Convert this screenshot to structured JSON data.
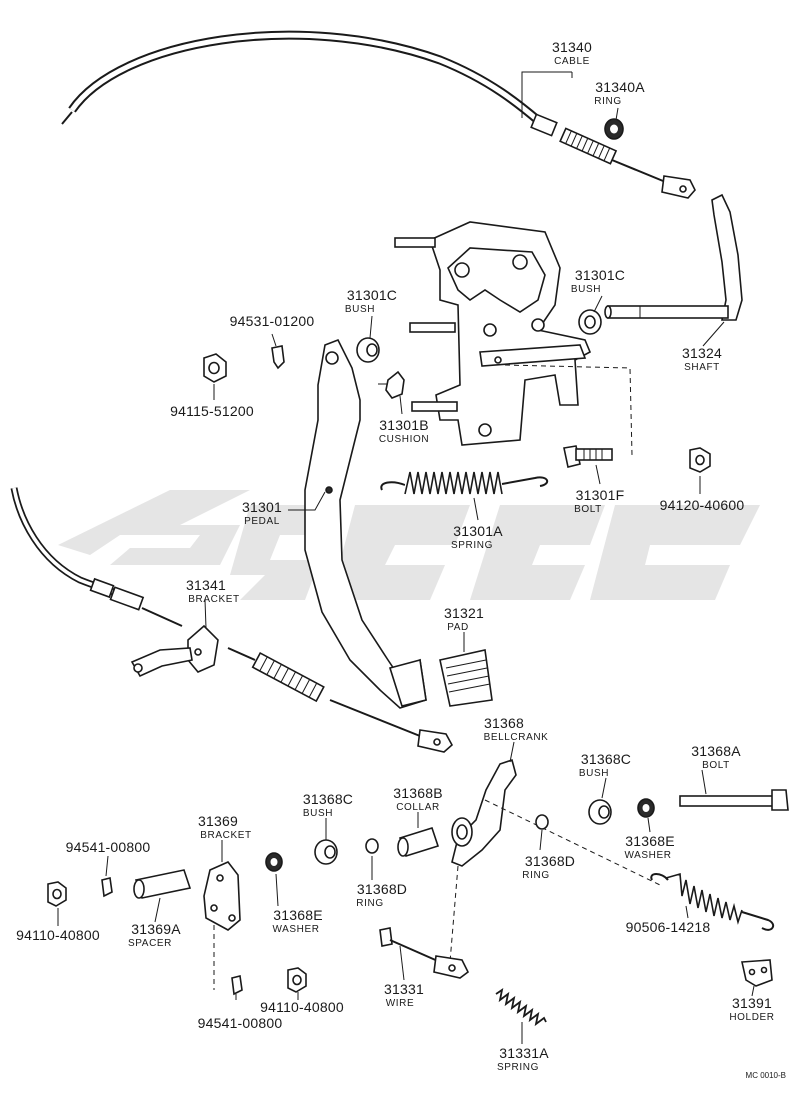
{
  "parts": [
    {
      "id": "cable",
      "number": "31340",
      "name": "CABLE"
    },
    {
      "id": "cable-ring",
      "number": "31340A",
      "name": "RING"
    },
    {
      "id": "bush-pedal",
      "number": "31301C",
      "name": "BUSH"
    },
    {
      "id": "bush-bracket",
      "number": "31301C",
      "name": "BUSH"
    },
    {
      "id": "clip-pedal",
      "number": "94531-01200",
      "name": ""
    },
    {
      "id": "nut-pedal",
      "number": "94115-51200",
      "name": ""
    },
    {
      "id": "cushion",
      "number": "31301B",
      "name": "CUSHION"
    },
    {
      "id": "shaft",
      "number": "31324",
      "name": "SHAFT"
    },
    {
      "id": "bolt",
      "number": "31301F",
      "name": "BOLT"
    },
    {
      "id": "nut-bolt",
      "number": "94120-40600",
      "name": ""
    },
    {
      "id": "pedal",
      "number": "31301",
      "name": "PEDAL"
    },
    {
      "id": "spring-pedal",
      "number": "31301A",
      "name": "SPRING"
    },
    {
      "id": "bracket-cable",
      "number": "31341",
      "name": "BRACKET"
    },
    {
      "id": "pad",
      "number": "31321",
      "name": "PAD"
    },
    {
      "id": "bellcrank",
      "number": "31368",
      "name": "BELLCRANK"
    },
    {
      "id": "bellcrank-bolt",
      "number": "31368A",
      "name": "BOLT"
    },
    {
      "id": "bellcrank-bush",
      "number": "31368C",
      "name": "BUSH"
    },
    {
      "id": "collar",
      "number": "31368B",
      "name": "COLLAR"
    },
    {
      "id": "bush-left",
      "number": "31368C",
      "name": "BUSH"
    },
    {
      "id": "bracket",
      "number": "31369",
      "name": "BRACKET"
    },
    {
      "id": "clip-bracket",
      "number": "94541-00800",
      "name": ""
    },
    {
      "id": "nut-bracket",
      "number": "94110-40800",
      "name": ""
    },
    {
      "id": "spacer",
      "number": "31369A",
      "name": "SPACER"
    },
    {
      "id": "washer-left",
      "number": "31368E",
      "name": "WASHER"
    },
    {
      "id": "ring-left",
      "number": "31368D",
      "name": "RING"
    },
    {
      "id": "ring-right",
      "number": "31368D",
      "name": "RING"
    },
    {
      "id": "washer-right",
      "number": "31368E",
      "name": "WASHER"
    },
    {
      "id": "spring-bellcrank",
      "number": "90506-14218",
      "name": ""
    },
    {
      "id": "wire",
      "number": "31331",
      "name": "WIRE"
    },
    {
      "id": "clip-lower",
      "number": "94541-00800",
      "name": ""
    },
    {
      "id": "nut-lower",
      "number": "94110-40800",
      "name": ""
    },
    {
      "id": "holder",
      "number": "31391",
      "name": "HOLDER"
    },
    {
      "id": "wire-spring",
      "number": "31331A",
      "name": "SPRING"
    }
  ],
  "drawing_code": "MC 0010-B"
}
